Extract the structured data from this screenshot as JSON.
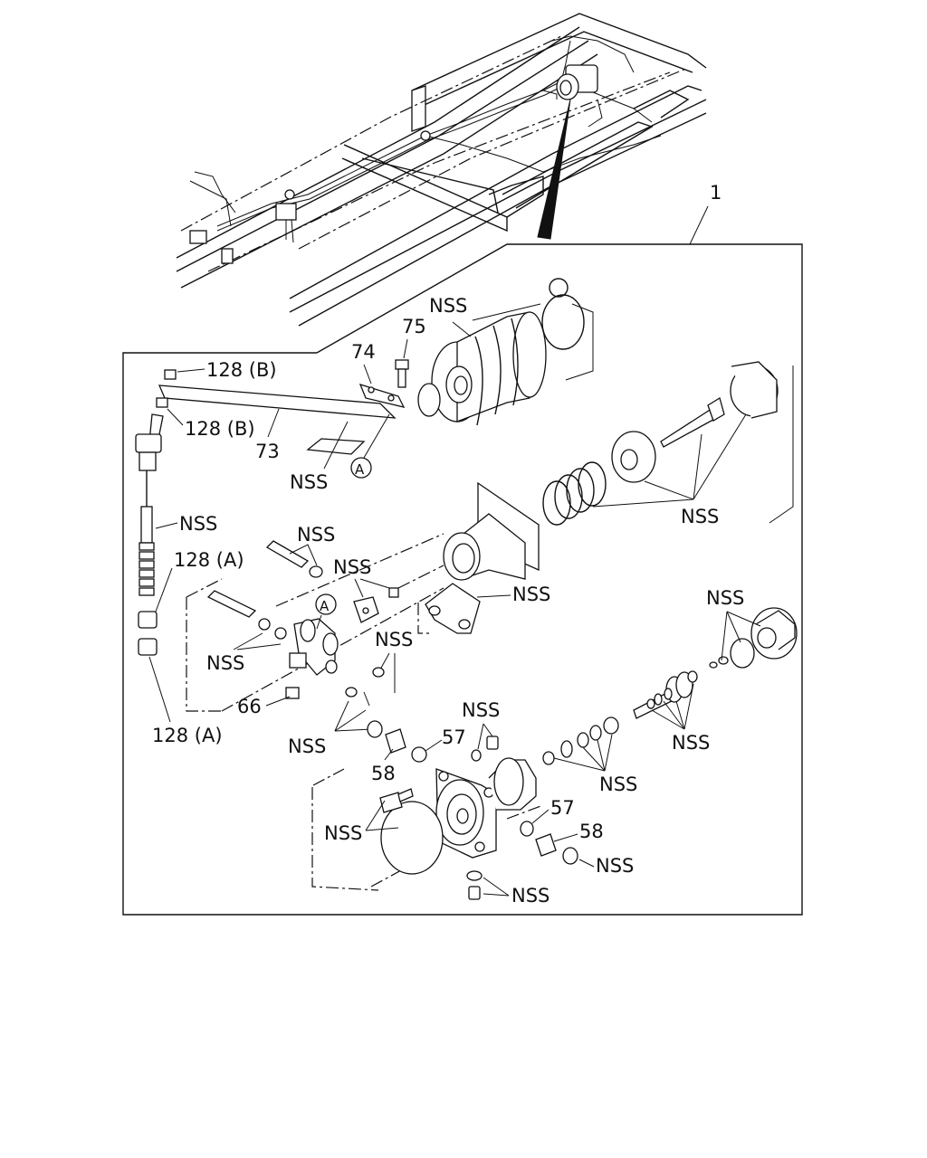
{
  "callouts": {
    "assembly": "1",
    "p73": "73",
    "p74": "74",
    "p75": "75",
    "p128b_1": "128 (B)",
    "p128b_2": "128 (B)",
    "p128a_1": "128 (A)",
    "p128a_2": "128 (A)",
    "p66": "66",
    "p57_1": "57",
    "p57_2": "57",
    "p58_1": "58",
    "p58_2": "58",
    "refA_1": "A",
    "refA_2": "A"
  },
  "nss": {
    "boot": "NSS",
    "shim": "NSS",
    "spring_group": "NSS",
    "rod": "NSS",
    "pins_top": "NSS",
    "block": "NSS",
    "bracket": "NSS",
    "pins_left": "NSS",
    "clip": "NSS",
    "washers_left": "NSS",
    "piston_right": "NSS",
    "valve_right": "NSS",
    "seals_mid": "NSS",
    "nut_57": "NSS",
    "gasket_left": "NSS",
    "cap_right": "NSS",
    "bolt_bottom": "NSS"
  }
}
